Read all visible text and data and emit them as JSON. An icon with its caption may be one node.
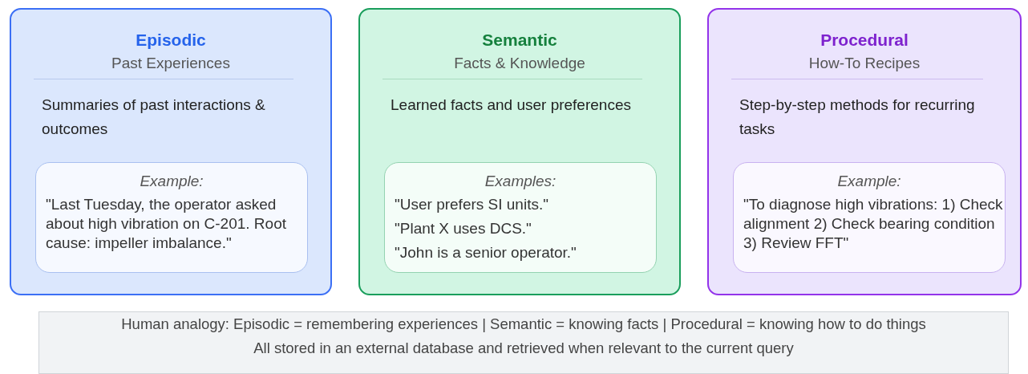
{
  "diagram": {
    "nodes": [
      {
        "text": [
          "Episodic",
          "Past Experiences",
          "Summaries of past interactions & outcomes"
        ]
      },
      {
        "text": [
          "Example:",
          "\"Last Tuesday, the operator asked about high vibration on C-201. Root cause: impeller imbalance.\""
        ],
        "in": 0
      },
      {
        "text": [
          "Semantic",
          "Facts & Knowledge",
          "Learned facts and user preferences"
        ]
      },
      {
        "text": [
          "Examples:",
          "\"User prefers SI units.\"",
          "\"Plant X uses DCS.\"",
          "\"John is a senior operator.\""
        ],
        "in": 2
      },
      {
        "text": [
          "Procedural",
          "How-To Recipes",
          "Step-by-step methods for recurring tasks"
        ]
      },
      {
        "text": [
          "Example:",
          "\"To diagnose high vibrations: 1) Check alignment 2) Check bearing condition 3) Review FFT\""
        ],
        "in": 4
      },
      {
        "text": [
          "Human analogy: Episodic = remembering experiences | Semantic = knowing facts | Procedural = knowing how to do things",
          "All stored in an external database and retrieved when relevant to the current query"
        ]
      }
    ],
    "edges": []
  }
}
